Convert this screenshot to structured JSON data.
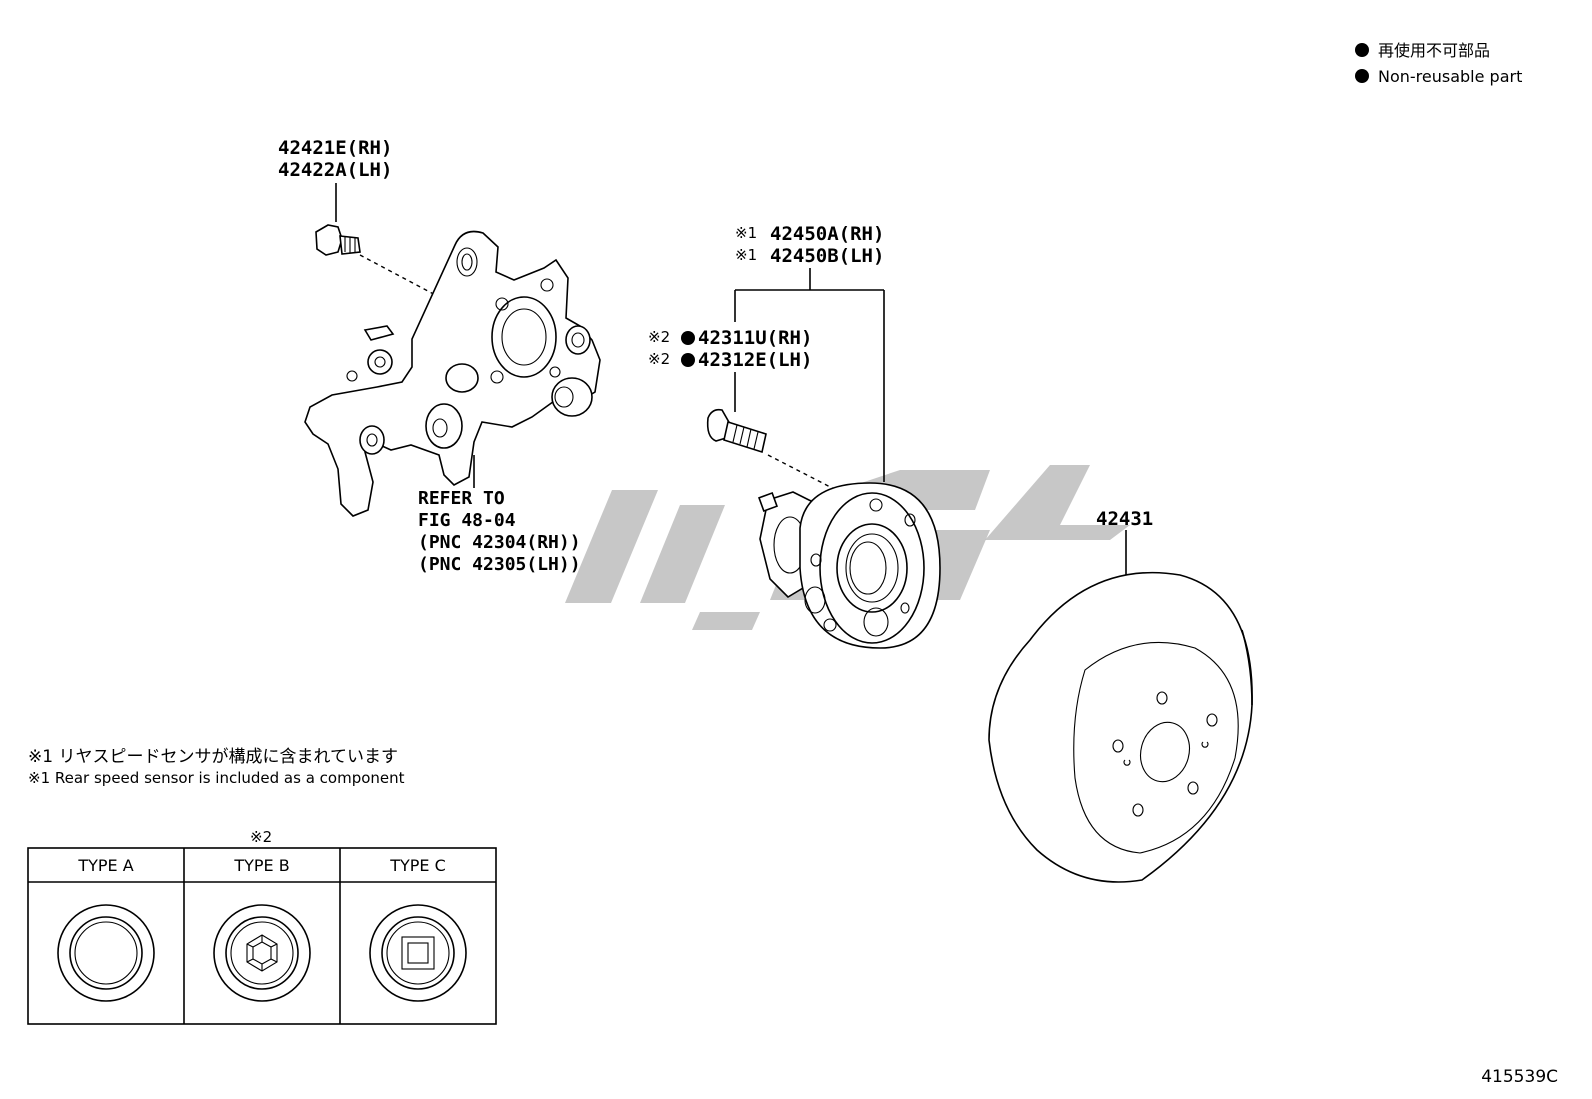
{
  "legend": {
    "jp": "再使用不可部品",
    "en": "Non-reusable part"
  },
  "callouts": {
    "bolt_rh": "42421E(RH)",
    "bolt_lh": "42422A(LH)",
    "hub_rh": "42450A(RH)",
    "hub_lh": "42450B(LH)",
    "hub_mark": "※1",
    "stud_rh": "42311U(RH)",
    "stud_lh": "42312E(LH)",
    "stud_mark": "※2",
    "disc": "42431",
    "refer_1": "REFER TO",
    "refer_2": "FIG 48-04",
    "refer_3": "(PNC 42304(RH))",
    "refer_4": "(PNC 42305(LH))"
  },
  "notes": {
    "note1_jp": "※1 リヤスピードセンサが構成に含まれています",
    "note1_en": "※1 Rear speed sensor is included as a component"
  },
  "type_table": {
    "mark": "※2",
    "headers": [
      "TYPE A",
      "TYPE B",
      "TYPE C"
    ]
  },
  "figure_id": "415539C"
}
